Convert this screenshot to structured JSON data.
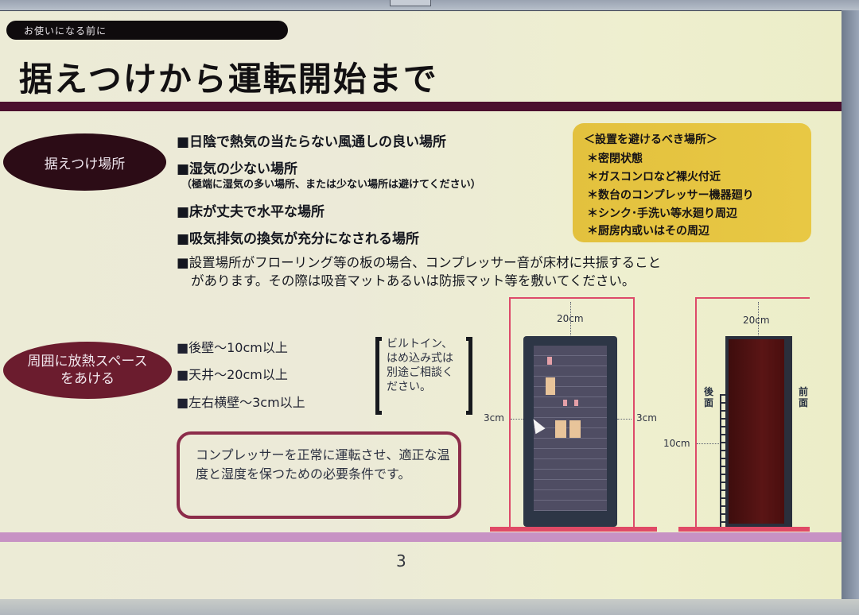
{
  "header": {
    "section_label": "お使いになる前に",
    "title": "据えつけから運転開始まで"
  },
  "installation_location": {
    "label": "据えつけ場所",
    "items": [
      "■日陰で熱気の当たらない風通しの良い場所",
      "■湿気の少ない場所",
      "■床が丈夫で水平な場所",
      "■吸気排気の換気が充分になされる場所"
    ],
    "humidity_note": "（極端に湿気の多い場所、または少ない場所は避けてください）",
    "flooring_note_line1": "■設置場所がフローリング等の板の場合、コンプレッサー音が床材に共振すること",
    "flooring_note_line2": "があります。その際は吸音マットあるいは防振マット等を敷いてください。"
  },
  "avoid_box": {
    "heading": "＜設置を避けるべき場所＞",
    "items": [
      "＊密閉状態",
      "＊ガスコンロなど裸火付近",
      "＊数台のコンプレッサー機器廻り",
      "＊シンク･手洗い等水廻り周辺",
      "＊厨房内或いはその周辺"
    ]
  },
  "clearance": {
    "label_line1": "周囲に放熱スペース",
    "label_line2": "をあける",
    "items": [
      "■後壁～10cm以上",
      "■天井～20cm以上",
      "■左右横壁～3cm以上"
    ],
    "builtin_note": "ビルトイン、はめ込み式は別途ご相談ください。",
    "requirement_note": "コンプレッサーを正常に運転させ、適正な温度と湿度を保つための必要条件です。"
  },
  "diagram_front": {
    "top_gap": "20cm",
    "left_gap": "3cm",
    "right_gap": "3cm"
  },
  "diagram_side": {
    "top_gap": "20cm",
    "back_gap": "10cm",
    "back_label": "後面",
    "front_label": "前面"
  },
  "colors": {
    "title_rule": "#4b0f2e",
    "avoid_box": "#e3c13e",
    "clearance_frame": "#dd4a6a",
    "note_border": "#8c2c4a",
    "bottom_rule": "#c792c4"
  },
  "footer": {
    "page_number": "3"
  }
}
